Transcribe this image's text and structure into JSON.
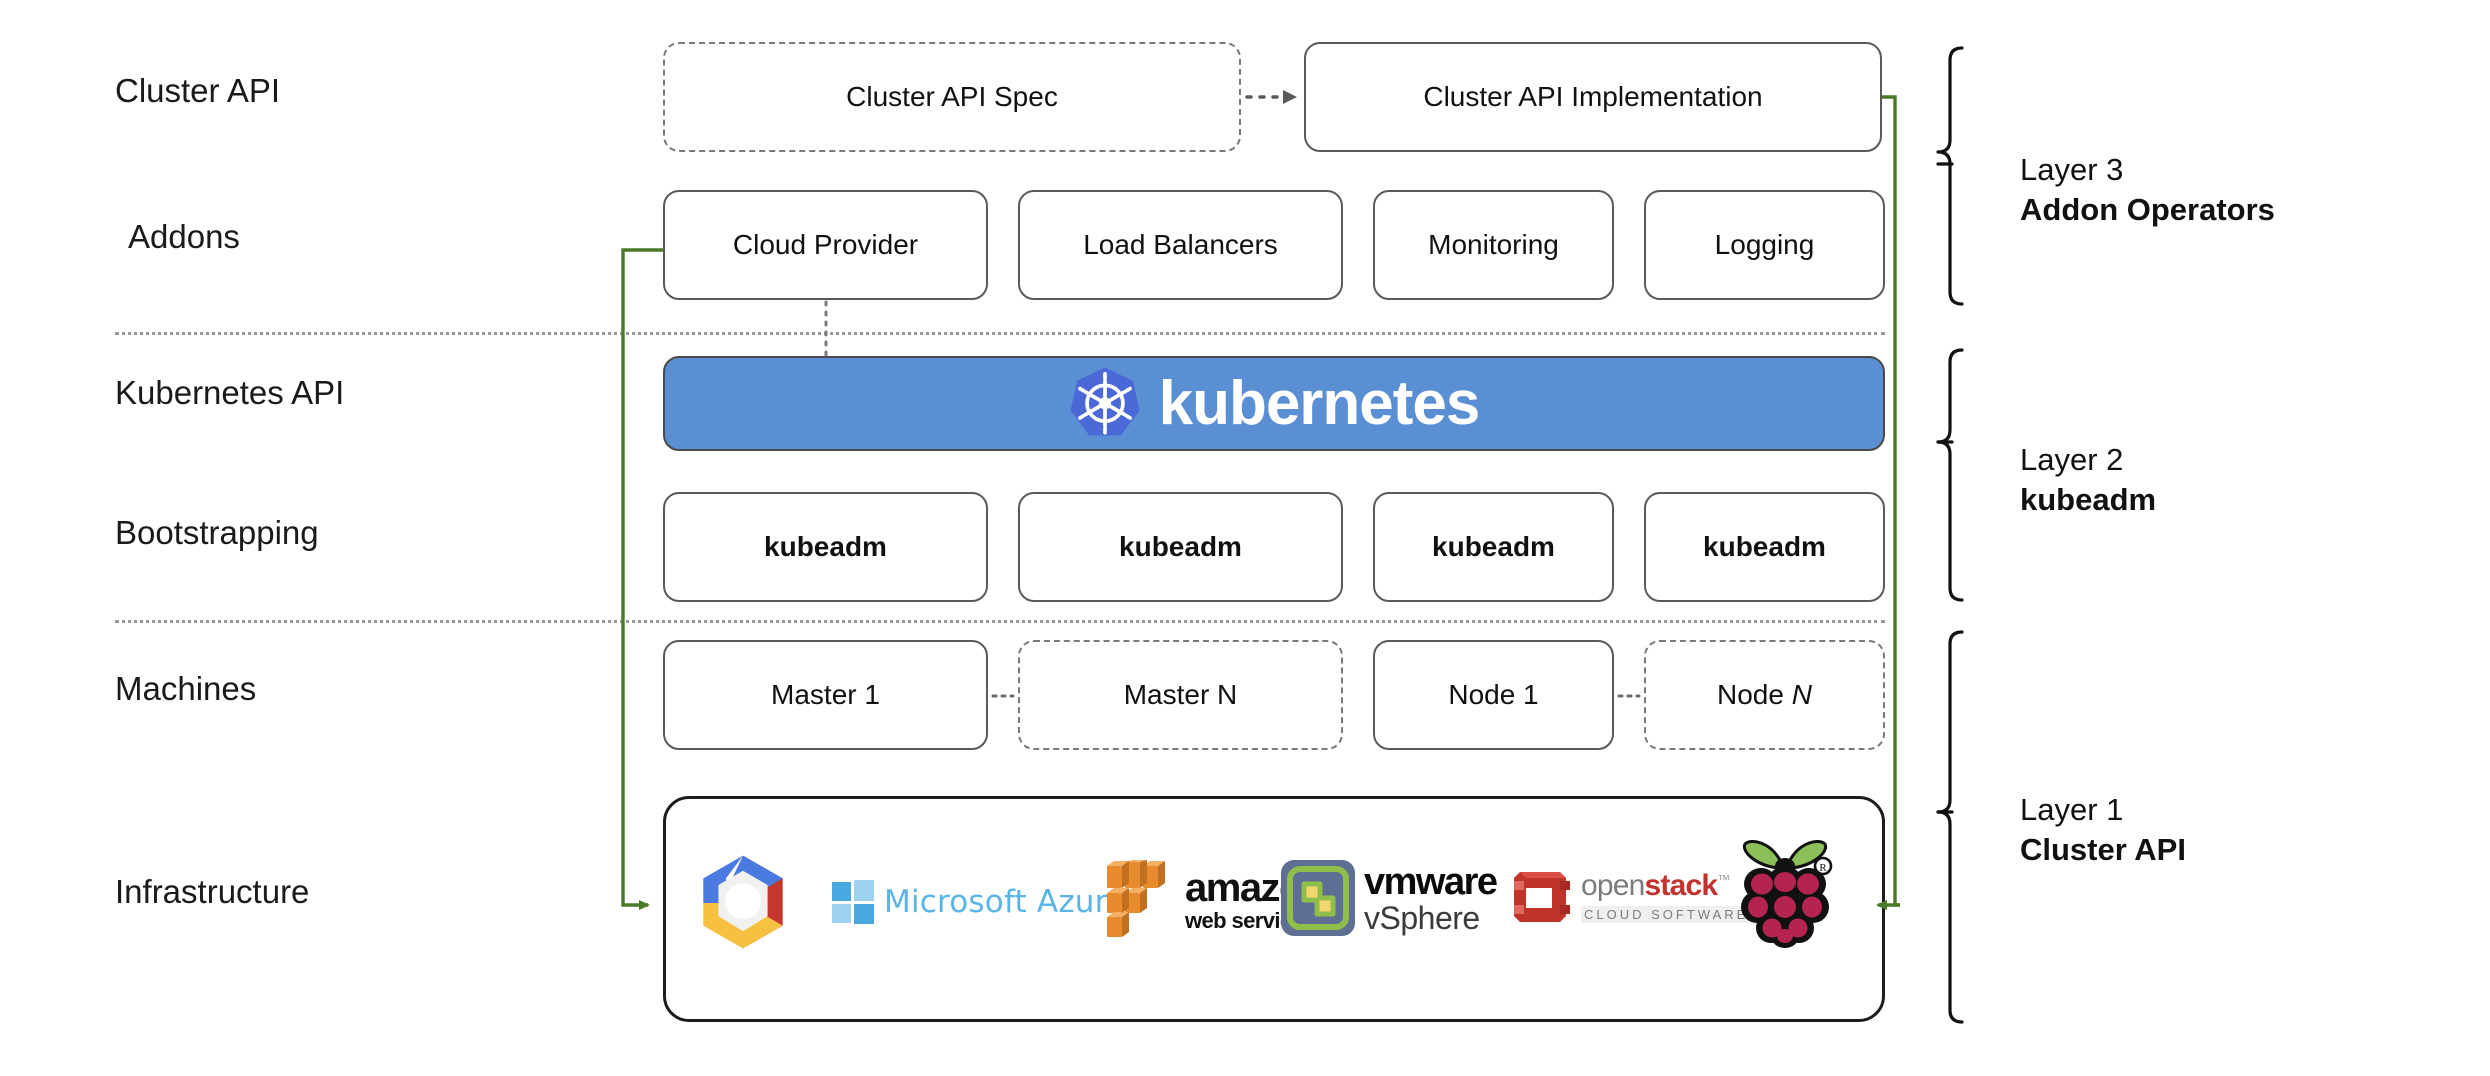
{
  "diagram": {
    "title": "Kubernetes Cluster API layered architecture",
    "accent_green": "#4a7a28",
    "k8s_blue": "#5b8fd4",
    "k8s_logo_blue": "#4a68d6"
  },
  "row_labels": [
    {
      "id": "cluster-api",
      "text": "Cluster API"
    },
    {
      "id": "addons",
      "text": "Addons"
    },
    {
      "id": "kubernetes-api",
      "text": "Kubernetes API"
    },
    {
      "id": "bootstrapping",
      "text": "Bootstrapping"
    },
    {
      "id": "machines",
      "text": "Machines"
    },
    {
      "id": "infrastructure",
      "text": "Infrastructure"
    }
  ],
  "cluster_api_row": {
    "spec": "Cluster API Spec",
    "implementation": "Cluster API Implementation",
    "arrow": "dotted-arrow-spec-to-implementation"
  },
  "addons_row": [
    {
      "label": "Cloud Provider"
    },
    {
      "label": "Load Balancers"
    },
    {
      "label": "Monitoring"
    },
    {
      "label": "Logging"
    }
  ],
  "kubernetes_banner": {
    "wordmark": "kubernetes",
    "logo": "kubernetes-helm-wheel-icon"
  },
  "bootstrapping_row": [
    {
      "label": "kubeadm"
    },
    {
      "label": "kubeadm"
    },
    {
      "label": "kubeadm"
    },
    {
      "label": "kubeadm"
    }
  ],
  "machines_row": [
    {
      "label": "Master 1",
      "style": "solid"
    },
    {
      "label": "Master N",
      "style": "dashed"
    },
    {
      "label": "Node 1",
      "style": "solid"
    },
    {
      "label_prefix": "Node ",
      "label_italic": "N",
      "label": "Node N",
      "style": "dashed"
    }
  ],
  "infrastructure_row": {
    "providers": [
      {
        "name": "Google Cloud Platform",
        "icon": "google-cloud-icon",
        "text": ""
      },
      {
        "name": "Microsoft Azure",
        "icon": "microsoft-azure-icon",
        "text": "Microsoft Azure"
      },
      {
        "name": "Amazon Web Services",
        "icon": "aws-icon",
        "text": "amazon",
        "subtext": "web services"
      },
      {
        "name": "VMware vSphere",
        "icon": "vmware-icon",
        "text": "vmware",
        "subtext": "vSphere"
      },
      {
        "name": "OpenStack",
        "icon": "openstack-icon",
        "text_a": "open",
        "text_b": "stack",
        "tm": "™",
        "subtext": "CLOUD SOFTWARE"
      },
      {
        "name": "Raspberry Pi",
        "icon": "raspberry-pi-icon",
        "text": "",
        "registered": "®"
      }
    ]
  },
  "layers": [
    {
      "number": "Layer 3",
      "name": "Addon Operators"
    },
    {
      "number": "Layer 2",
      "name": "kubeadm"
    },
    {
      "number": "Layer 1",
      "name": "Cluster API"
    }
  ]
}
